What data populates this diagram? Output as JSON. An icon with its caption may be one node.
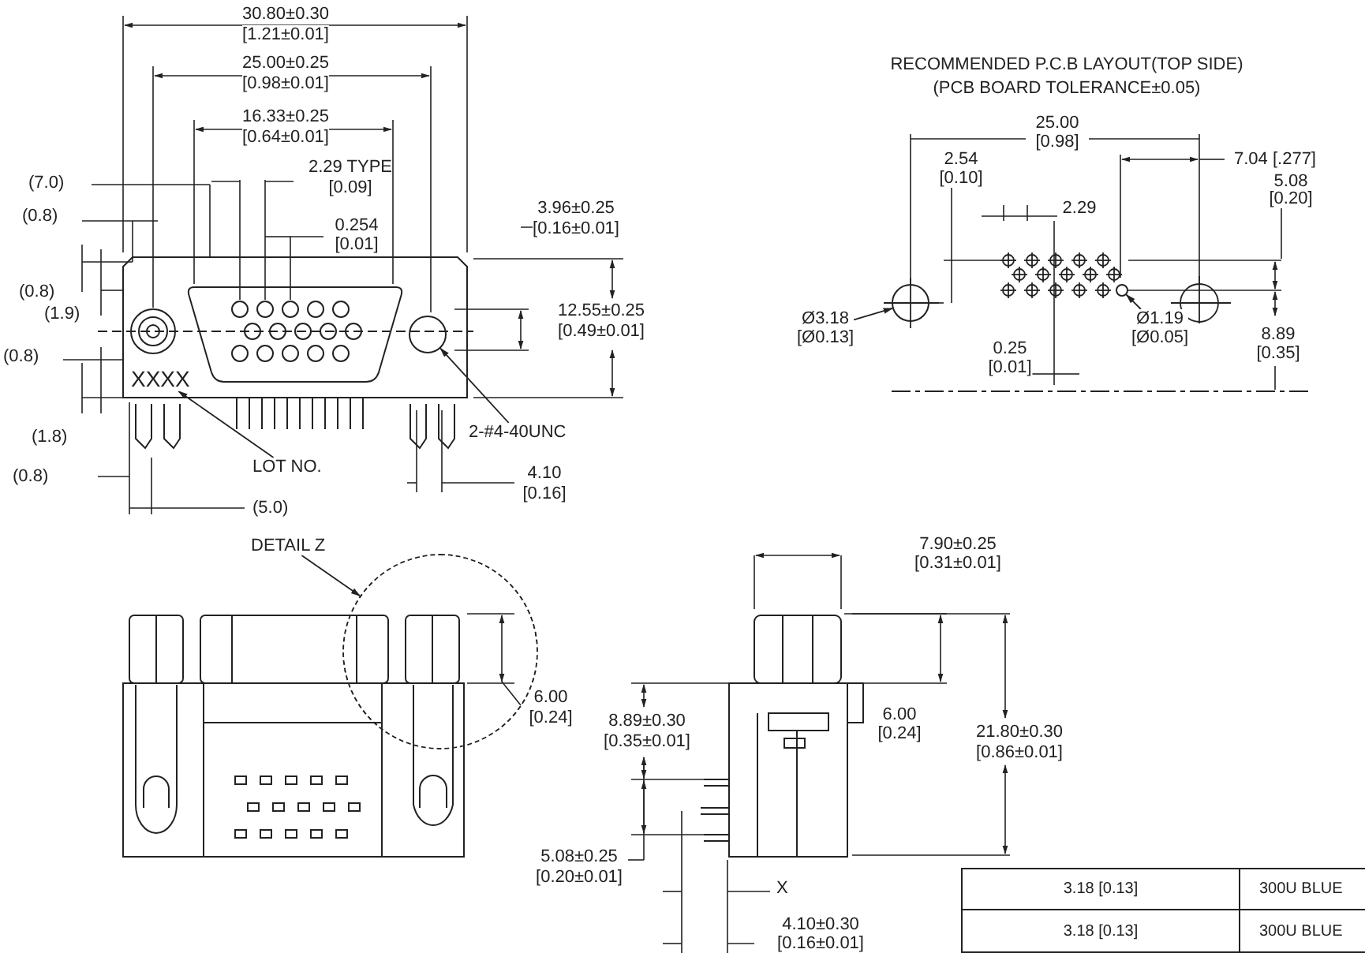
{
  "diagram": {
    "nodes": [
      {
        "text": [
          "XXXX"
        ]
      },
      {
        "text": [
          "LOT NO."
        ]
      },
      {
        "text": [],
        "shape": "circle"
      },
      {
        "text": [
          "2-#4-40UNC"
        ]
      },
      {
        "text": [],
        "shape": "circle"
      },
      {
        "text": [
          "Ø3.18",
          "[Ø0.13]"
        ]
      },
      {
        "text": [],
        "shape": "circle"
      },
      {
        "text": [
          "Ø1.19",
          "[Ø0.05]"
        ]
      },
      {
        "text": [
          "DETAIL Z"
        ]
      },
      {
        "text": [],
        "shape": "circle"
      }
    ],
    "edges": [
      {
        "from": 1,
        "to": 0,
        "arrow": "to"
      },
      {
        "from": 3,
        "to": 2,
        "arrow": "to"
      },
      {
        "from": 5,
        "to": 4,
        "arrow": "to"
      },
      {
        "from": 7,
        "to": 6,
        "arrow": "to"
      },
      {
        "from": 8,
        "to": 9,
        "arrow": "to"
      }
    ],
    "labels": [
      "30.80±0.30",
      "[1.21±0.01]",
      "25.00±0.25",
      "[0.98±0.01]",
      "16.33±0.25",
      "[0.64±0.01]",
      "2.29 TYPE",
      "[0.09]",
      "(7.0)",
      "(0.8)",
      "0.254",
      "[0.01]",
      "3.96±0.25",
      "[0.16±0.01]",
      "(0.8)",
      "12.55±0.25",
      "(1.9)",
      "[0.49±0.01]",
      "(0.8)",
      "(1.8)",
      "(0.8)",
      "4.10",
      "[0.16]",
      "(5.0)",
      "RECOMMENDED P.C.B LAYOUT(TOP SIDE)",
      "(PCB BOARD TOLERANCE±0.05)",
      "25.00",
      "[0.98]",
      "2.54",
      "[0.10]",
      "7.04 [.277]",
      "5.08",
      "[0.20]",
      "2.29",
      "0.25",
      "[0.01]",
      "8.89",
      "[0.35]",
      "6.00",
      "[0.24]",
      "8.89±0.30",
      "[0.35±0.01]",
      "7.90±0.25",
      "[0.31±0.01]",
      "6.00",
      "[0.24]",
      "21.80±0.30",
      "[0.86±0.01]",
      "5.08±0.25",
      "[0.20±0.01]",
      "X",
      "4.10±0.30",
      "[0.16±0.01]",
      "3.18 [0.13]",
      "300U BLUE",
      "3.18 [0.13]",
      "300U BLUE"
    ]
  }
}
